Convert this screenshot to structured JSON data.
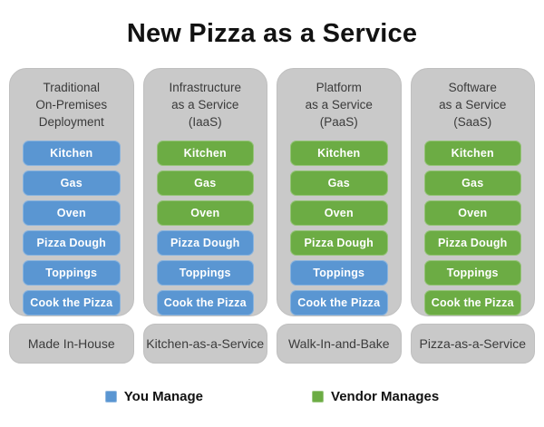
{
  "title": "New Pizza as a Service",
  "colors": {
    "you_manage_blue": "#5A96D2",
    "vendor_manages_green": "#6CAC44",
    "container_gray": "#C9C9C9"
  },
  "columns": [
    {
      "header": "Traditional\nOn-Premises\nDeployment",
      "footer": "Made In-House",
      "items": [
        {
          "label": "Kitchen",
          "color": "blue"
        },
        {
          "label": "Gas",
          "color": "blue"
        },
        {
          "label": "Oven",
          "color": "blue"
        },
        {
          "label": "Pizza Dough",
          "color": "blue"
        },
        {
          "label": "Toppings",
          "color": "blue"
        },
        {
          "label": "Cook the Pizza",
          "color": "blue"
        }
      ]
    },
    {
      "header": "Infrastructure\nas a Service\n(IaaS)",
      "footer": "Kitchen-as-a-Service",
      "items": [
        {
          "label": "Kitchen",
          "color": "green"
        },
        {
          "label": "Gas",
          "color": "green"
        },
        {
          "label": "Oven",
          "color": "green"
        },
        {
          "label": "Pizza Dough",
          "color": "blue"
        },
        {
          "label": "Toppings",
          "color": "blue"
        },
        {
          "label": "Cook the Pizza",
          "color": "blue"
        }
      ]
    },
    {
      "header": "Platform\nas a Service\n(PaaS)",
      "footer": "Walk-In-and-Bake",
      "items": [
        {
          "label": "Kitchen",
          "color": "green"
        },
        {
          "label": "Gas",
          "color": "green"
        },
        {
          "label": "Oven",
          "color": "green"
        },
        {
          "label": "Pizza Dough",
          "color": "green"
        },
        {
          "label": "Toppings",
          "color": "blue"
        },
        {
          "label": "Cook the Pizza",
          "color": "blue"
        }
      ]
    },
    {
      "header": "Software\nas a Service\n(SaaS)",
      "footer": "Pizza-as-a-Service",
      "items": [
        {
          "label": "Kitchen",
          "color": "green"
        },
        {
          "label": "Gas",
          "color": "green"
        },
        {
          "label": "Oven",
          "color": "green"
        },
        {
          "label": "Pizza Dough",
          "color": "green"
        },
        {
          "label": "Toppings",
          "color": "green"
        },
        {
          "label": "Cook the Pizza",
          "color": "green"
        }
      ]
    }
  ],
  "legend": {
    "items": [
      {
        "label": "You Manage",
        "color": "blue"
      },
      {
        "label": "Vendor Manages",
        "color": "green"
      }
    ]
  }
}
